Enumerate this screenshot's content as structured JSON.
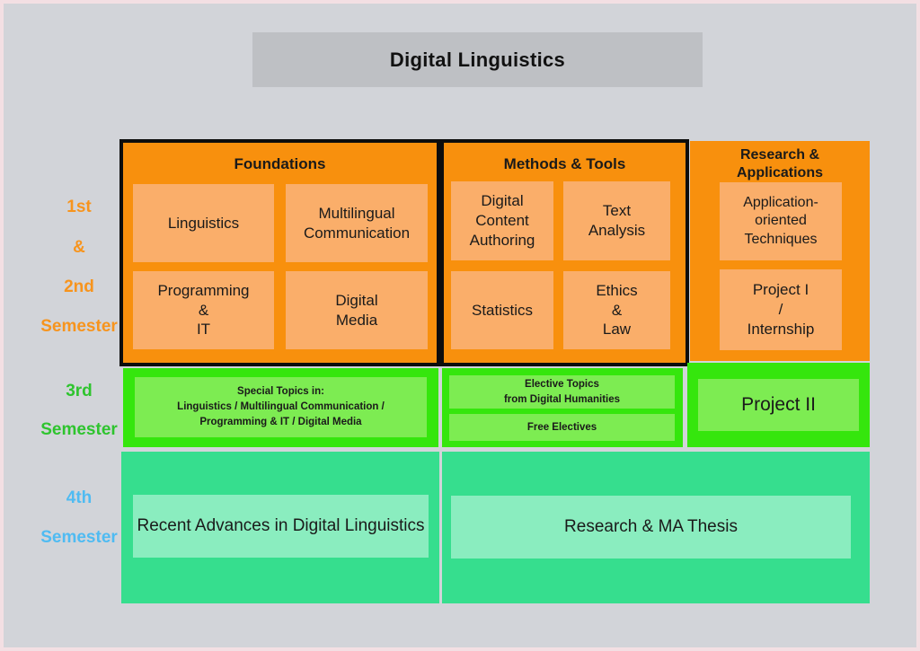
{
  "title": "Digital Linguistics",
  "sidebar": {
    "first_second": [
      "1st",
      "&",
      "2nd",
      "Semester"
    ],
    "third": [
      "3rd",
      "Semester"
    ],
    "fourth": [
      "4th",
      "Semester"
    ]
  },
  "row1": {
    "foundations": {
      "header": "Foundations",
      "cards": [
        "Linguistics",
        "Multilingual\nCommunication",
        "Programming\n&\nIT",
        "Digital\nMedia"
      ]
    },
    "methods": {
      "header": "Methods & Tools",
      "cards": [
        "Digital\nContent\nAuthoring",
        "Text\nAnalysis",
        "Statistics",
        "Ethics\n&\nLaw"
      ]
    },
    "research": {
      "header": "Research &\nApplications",
      "cards": [
        "Application-\noriented\nTechniques",
        "Project I\n/\nInternship"
      ]
    }
  },
  "row2": {
    "special_topics": "Special Topics in:\nLinguistics / Multilingual Communication /\nProgramming & IT / Digital Media",
    "elective_topics": "Elective Topics\nfrom Digital Humanities",
    "free_electives": "Free Electives",
    "project2": "Project II"
  },
  "row3": {
    "recent_advances": "Recent Advances in Digital Linguistics",
    "thesis": "Research & MA Thesis"
  },
  "colors": {
    "orange": "#F8900D",
    "orange_light": "#FAAE6A",
    "green": "#35E60D",
    "green_light": "#7DEC52",
    "teal": "#36DE8E",
    "teal_light": "#8AEDBF",
    "label_orange": "#F7941D",
    "label_green": "#2EC42E",
    "label_blue": "#4FBBF2",
    "background": "#D2D4D9",
    "title_bar": "#BEC0C4",
    "frame_border": "#F3DFE3",
    "block_border": "#0D0D0D"
  }
}
